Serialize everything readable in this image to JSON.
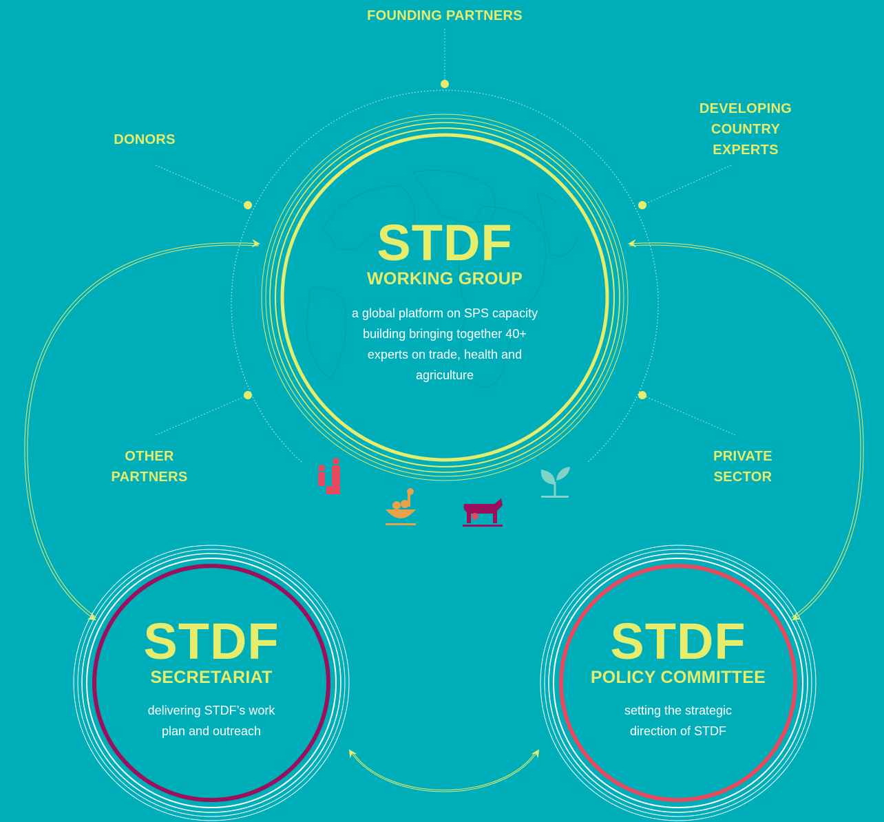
{
  "colors": {
    "background": "#00aeb9",
    "accent_yellow": "#e6ec6c",
    "secretariat_ring": "#9c0f5c",
    "policy_ring": "#e84a5f",
    "text_white": "#ffffff"
  },
  "labels": {
    "founding_partners": "FOUNDING PARTNERS",
    "donors": "DONORS",
    "developing_country_experts": [
      "DEVELOPING",
      "COUNTRY",
      "EXPERTS"
    ],
    "other_partners": [
      "OTHER",
      "PARTNERS"
    ],
    "private_sector": [
      "PRIVATE",
      "SECTOR"
    ]
  },
  "working_group": {
    "title": "STDF",
    "subtitle": "WORKING GROUP",
    "description": [
      "a global platform on SPS capacity",
      "building bringing together 40+",
      "experts  on trade, health and",
      "agriculture"
    ]
  },
  "secretariat": {
    "title": "STDF",
    "subtitle": "SECRETARIAT",
    "description": [
      "delivering STDF’s work",
      "plan and outreach"
    ]
  },
  "policy_committee": {
    "title": "STDF",
    "subtitle": "POLICY COMMITTEE",
    "description": [
      "setting the strategic",
      "direction of STDF"
    ]
  },
  "icons": [
    "human-health-icon",
    "food-safety-icon",
    "animal-health-icon",
    "plant-health-icon"
  ]
}
